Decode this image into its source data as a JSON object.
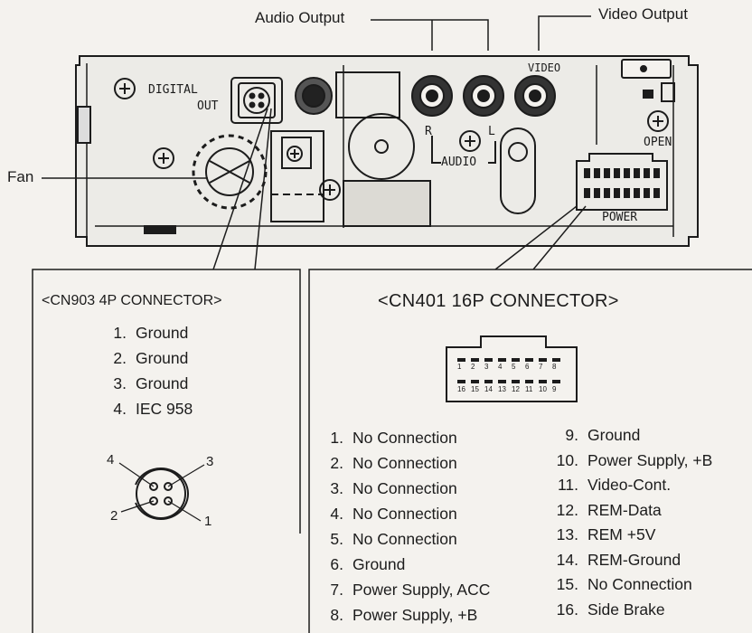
{
  "callouts": {
    "audio_output": "Audio Output",
    "video_output": "Video Output",
    "fan": "Fan"
  },
  "panel": {
    "digital": "DIGITAL",
    "out": "OUT",
    "video": "VIDEO",
    "audio": "AUDIO",
    "r": "R",
    "l": "L",
    "open": "OPEN",
    "power": "POWER"
  },
  "cn903": {
    "title": "<CN903  4P CONNECTOR>",
    "pins": [
      {
        "num": "1.",
        "label": "Ground"
      },
      {
        "num": "2.",
        "label": "Ground"
      },
      {
        "num": "3.",
        "label": "Ground"
      },
      {
        "num": "4.",
        "label": "IEC 958"
      }
    ],
    "diagram_labels": [
      "4",
      "3",
      "2",
      "1"
    ]
  },
  "cn401": {
    "title": "<CN401  16P CONNECTOR>",
    "top_row": [
      "1",
      "2",
      "3",
      "4",
      "5",
      "6",
      "7",
      "8"
    ],
    "bottom_row": [
      "16",
      "15",
      "14",
      "13",
      "12",
      "11",
      "10",
      "9"
    ],
    "pins_left": [
      {
        "num": "1.",
        "label": "No Connection"
      },
      {
        "num": "2.",
        "label": "No Connection"
      },
      {
        "num": "3.",
        "label": "No Connection"
      },
      {
        "num": "4.",
        "label": "No Connection"
      },
      {
        "num": "5.",
        "label": "No Connection"
      },
      {
        "num": "6.",
        "label": "Ground"
      },
      {
        "num": "7.",
        "label": "Power Supply, ACC"
      },
      {
        "num": "8.",
        "label": "Power Supply, +B"
      }
    ],
    "pins_right": [
      {
        "num": "9.",
        "label": "Ground"
      },
      {
        "num": "10.",
        "label": "Power Supply, +B"
      },
      {
        "num": "11.",
        "label": "Video-Cont."
      },
      {
        "num": "12.",
        "label": "REM-Data"
      },
      {
        "num": "13.",
        "label": "REM +5V"
      },
      {
        "num": "14.",
        "label": "REM-Ground"
      },
      {
        "num": "15.",
        "label": "No Connection"
      },
      {
        "num": "16.",
        "label": "Side Brake"
      }
    ]
  }
}
